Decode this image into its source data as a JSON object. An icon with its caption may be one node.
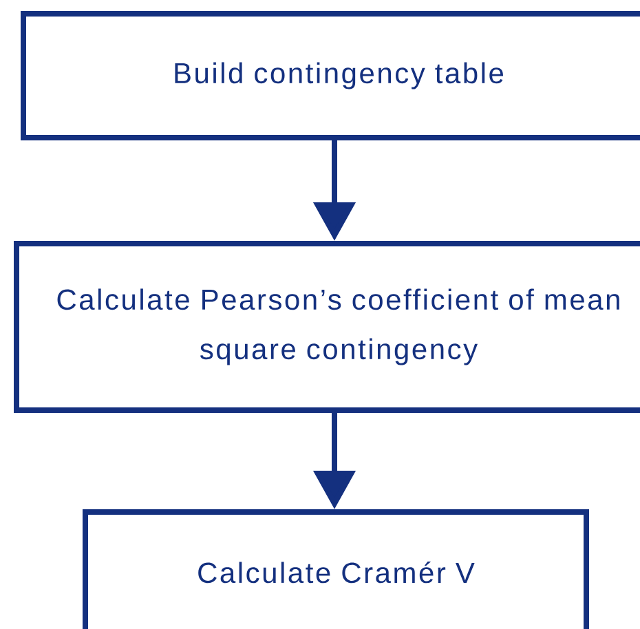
{
  "diagram": {
    "nodes": [
      {
        "text": [
          "Build contingency table"
        ]
      },
      {
        "text": [
          "Calculate Pearson’s coefficient of mean square contingency"
        ]
      },
      {
        "text": [
          "Calculate Cramér V"
        ]
      }
    ],
    "edges": [
      {
        "from": 0,
        "to": 1,
        "arrow": "to"
      },
      {
        "from": 1,
        "to": 2,
        "arrow": "to"
      }
    ]
  }
}
